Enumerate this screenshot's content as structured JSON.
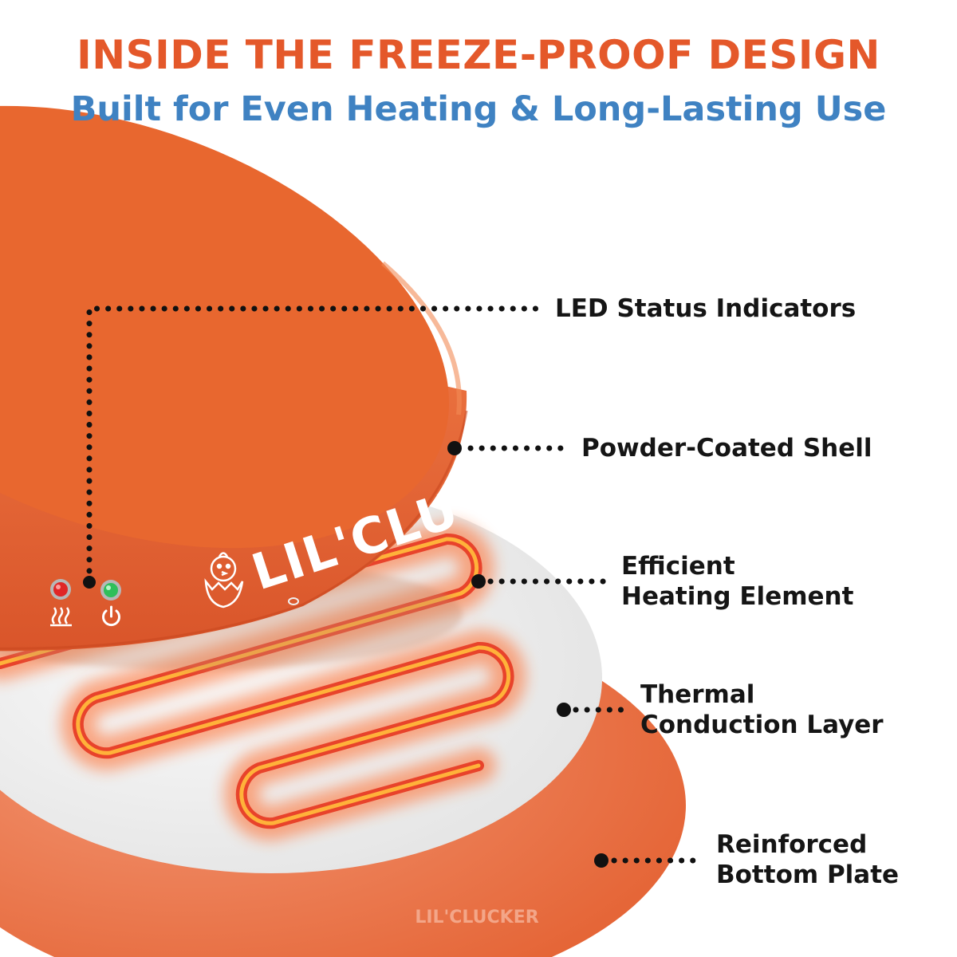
{
  "header": {
    "title": "INSIDE THE FREEZE-PROOF DESIGN",
    "subtitle": "Built for Even Heating & Long-Lasting Use"
  },
  "brand": {
    "side_logo": "LIL'CLU",
    "bottom_logo": "LIL'CLUCKER"
  },
  "callouts": {
    "led": "LED Status Indicators",
    "shell": "Powder-Coated Shell",
    "heating": [
      "Efficient",
      "Heating Element"
    ],
    "thermal": [
      "Thermal",
      "Conduction Layer"
    ],
    "plate": [
      "Reinforced",
      "Bottom Plate"
    ]
  },
  "indicators": [
    {
      "name": "heat",
      "icon": "heat-waves-icon",
      "color": "#e02626"
    },
    {
      "name": "power",
      "icon": "power-icon",
      "color": "#2fbf5a"
    }
  ],
  "colors": {
    "title": "#e4582a",
    "subtitle": "#3f82c2",
    "shell": "#e8652f",
    "heating_coil": "#ff9a2e",
    "thermal_layer": "#ececec",
    "bottom_plate": "#e8653a"
  }
}
